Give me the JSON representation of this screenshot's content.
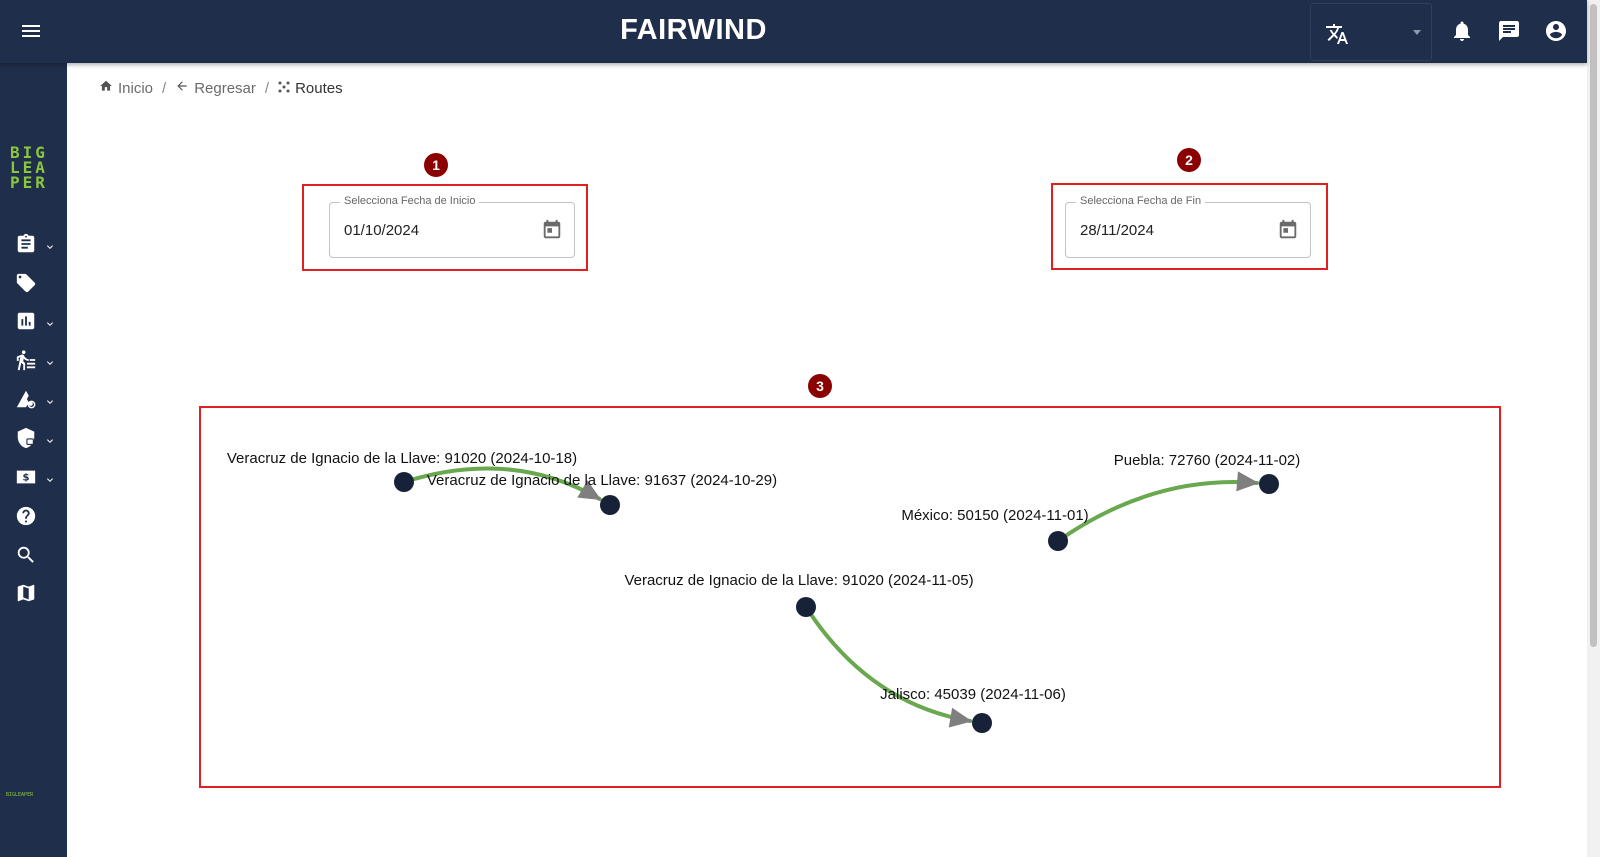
{
  "header": {
    "brand": "FAIRWIND",
    "icons": [
      "menu-icon",
      "translate-icon",
      "bell-icon",
      "chat-icon",
      "account-icon"
    ]
  },
  "sidebar": {
    "logo_lines": [
      "BIG",
      "LEA",
      "PER"
    ],
    "footer_text": "BIGLEAPER",
    "items": [
      {
        "icon": "clipboard-icon",
        "expandable": true
      },
      {
        "icon": "tag-icon",
        "expandable": false
      },
      {
        "icon": "bar-chart-icon",
        "expandable": true
      },
      {
        "icon": "walker-list-icon",
        "expandable": true
      },
      {
        "icon": "road-settings-icon",
        "expandable": true
      },
      {
        "icon": "shield-lock-icon",
        "expandable": true
      },
      {
        "icon": "money-icon",
        "expandable": true
      },
      {
        "icon": "help-icon",
        "expandable": false
      },
      {
        "icon": "search-icon",
        "expandable": false
      },
      {
        "icon": "map-icon",
        "expandable": false
      }
    ]
  },
  "breadcrumb": {
    "home": "Inicio",
    "back": "Regresar",
    "current": "Routes"
  },
  "markers": [
    "1",
    "2",
    "3"
  ],
  "filters": {
    "start": {
      "label": "Selecciona Fecha de Inicio",
      "value": "01/10/2024"
    },
    "end": {
      "label": "Selecciona Fecha de Fin",
      "value": "28/11/2024"
    }
  },
  "colors": {
    "nav": "#1f2e4b",
    "logo": "#8cc63f",
    "edge": "#6aa84f",
    "arrow": "#7f7f7f",
    "node": "#172238",
    "highlight": "#e02020",
    "marker": "#8b0000"
  },
  "routes": {
    "nodes": [
      {
        "id": "n1",
        "label": "Veracruz de Ignacio de la Llave: 91020 (2024-10-18)"
      },
      {
        "id": "n2",
        "label": "Veracruz de Ignacio de la Llave: 91637 (2024-10-29)"
      },
      {
        "id": "n3",
        "label": "México: 50150 (2024-11-01)"
      },
      {
        "id": "n4",
        "label": "Puebla: 72760 (2024-11-02)"
      },
      {
        "id": "n5",
        "label": "Veracruz de Ignacio de la Llave: 91020 (2024-11-05)"
      },
      {
        "id": "n6",
        "label": "Jalisco: 45039 (2024-11-06)"
      }
    ],
    "edges": [
      {
        "from": "n1",
        "to": "n2"
      },
      {
        "from": "n3",
        "to": "n4"
      },
      {
        "from": "n5",
        "to": "n6"
      }
    ]
  }
}
